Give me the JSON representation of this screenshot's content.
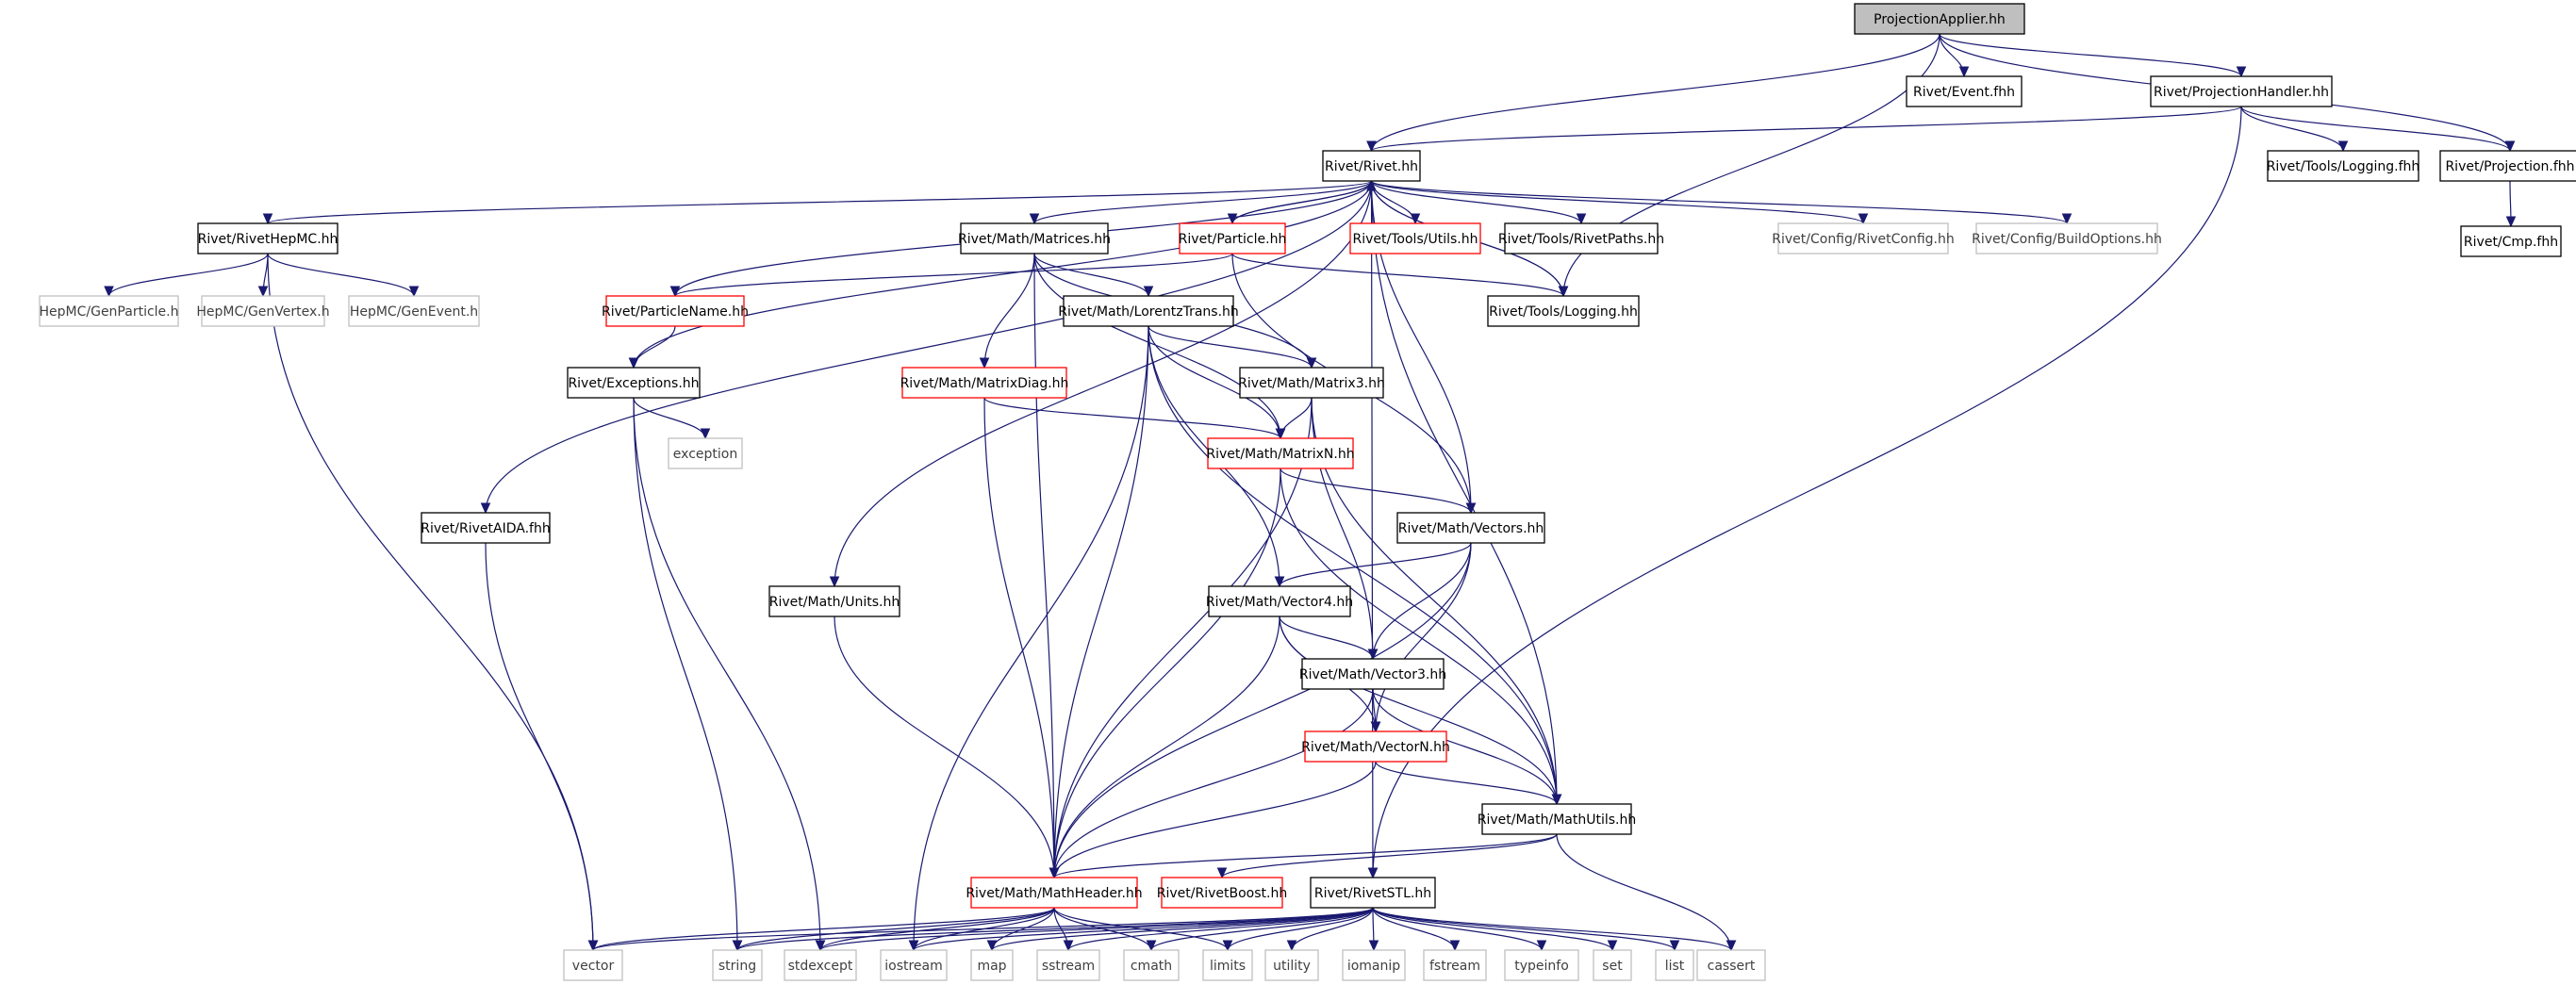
{
  "diagram": {
    "type": "include-dependency-graph",
    "colors": {
      "edge": "#191970",
      "root_fill": "#bfbfbf",
      "documented_border": "#000000",
      "incomplete_border": "#ff0000",
      "external_border": "#bfbfbf",
      "external_text": "#404040"
    },
    "nodes": [
      {
        "id": "root",
        "label": "ProjectionApplier.hh",
        "style": "root"
      },
      {
        "id": "eventfhh",
        "label": "Rivet/Event.fhh",
        "style": "normal"
      },
      {
        "id": "projhandler",
        "label": "Rivet/ProjectionHandler.hh",
        "style": "normal"
      },
      {
        "id": "rivethh",
        "label": "Rivet/Rivet.hh",
        "style": "normal"
      },
      {
        "id": "toolslogfhh",
        "label": "Rivet/Tools/Logging.fhh",
        "style": "normal"
      },
      {
        "id": "projfhh",
        "label": "Rivet/Projection.fhh",
        "style": "normal"
      },
      {
        "id": "cmpfhh",
        "label": "Rivet/Cmp.fhh",
        "style": "normal"
      },
      {
        "id": "rivethepmc",
        "label": "Rivet/RivetHepMC.hh",
        "style": "normal"
      },
      {
        "id": "matrices",
        "label": "Rivet/Math/Matrices.hh",
        "style": "normal"
      },
      {
        "id": "particle",
        "label": "Rivet/Particle.hh",
        "style": "red"
      },
      {
        "id": "toolsutils",
        "label": "Rivet/Tools/Utils.hh",
        "style": "red"
      },
      {
        "id": "rivetpaths",
        "label": "Rivet/Tools/RivetPaths.hh",
        "style": "normal"
      },
      {
        "id": "rivetconfig",
        "label": "Rivet/Config/RivetConfig.hh",
        "style": "gray"
      },
      {
        "id": "buildopts",
        "label": "Rivet/Config/BuildOptions.hh",
        "style": "gray"
      },
      {
        "id": "genparticle",
        "label": "HepMC/GenParticle.h",
        "style": "gray"
      },
      {
        "id": "genvertex",
        "label": "HepMC/GenVertex.h",
        "style": "gray"
      },
      {
        "id": "genevent",
        "label": "HepMC/GenEvent.h",
        "style": "gray"
      },
      {
        "id": "particlename",
        "label": "Rivet/ParticleName.hh",
        "style": "red"
      },
      {
        "id": "lorentz",
        "label": "Rivet/Math/LorentzTrans.hh",
        "style": "normal"
      },
      {
        "id": "toolslogging",
        "label": "Rivet/Tools/Logging.hh",
        "style": "normal"
      },
      {
        "id": "exceptions",
        "label": "Rivet/Exceptions.hh",
        "style": "normal"
      },
      {
        "id": "matrixdiag",
        "label": "Rivet/Math/MatrixDiag.hh",
        "style": "red"
      },
      {
        "id": "matrix3",
        "label": "Rivet/Math/Matrix3.hh",
        "style": "normal"
      },
      {
        "id": "exception",
        "label": "exception",
        "style": "gray"
      },
      {
        "id": "matrixn",
        "label": "Rivet/Math/MatrixN.hh",
        "style": "red"
      },
      {
        "id": "rivetaida",
        "label": "Rivet/RivetAIDA.fhh",
        "style": "normal"
      },
      {
        "id": "vectors",
        "label": "Rivet/Math/Vectors.hh",
        "style": "normal"
      },
      {
        "id": "units",
        "label": "Rivet/Math/Units.hh",
        "style": "normal"
      },
      {
        "id": "vector4",
        "label": "Rivet/Math/Vector4.hh",
        "style": "normal"
      },
      {
        "id": "vector3",
        "label": "Rivet/Math/Vector3.hh",
        "style": "normal"
      },
      {
        "id": "vectorn",
        "label": "Rivet/Math/VectorN.hh",
        "style": "red"
      },
      {
        "id": "mathutils",
        "label": "Rivet/Math/MathUtils.hh",
        "style": "normal"
      },
      {
        "id": "mathheader",
        "label": "Rivet/Math/MathHeader.hh",
        "style": "red"
      },
      {
        "id": "rivetboost",
        "label": "Rivet/RivetBoost.hh",
        "style": "red"
      },
      {
        "id": "rivetstl",
        "label": "Rivet/RivetSTL.hh",
        "style": "normal"
      },
      {
        "id": "vector",
        "label": "vector",
        "style": "gray"
      },
      {
        "id": "string",
        "label": "string",
        "style": "gray"
      },
      {
        "id": "stdexcept",
        "label": "stdexcept",
        "style": "gray"
      },
      {
        "id": "iostream",
        "label": "iostream",
        "style": "gray"
      },
      {
        "id": "map",
        "label": "map",
        "style": "gray"
      },
      {
        "id": "sstream",
        "label": "sstream",
        "style": "gray"
      },
      {
        "id": "cmath",
        "label": "cmath",
        "style": "gray"
      },
      {
        "id": "limits",
        "label": "limits",
        "style": "gray"
      },
      {
        "id": "utility",
        "label": "utility",
        "style": "gray"
      },
      {
        "id": "iomanip",
        "label": "iomanip",
        "style": "gray"
      },
      {
        "id": "fstream",
        "label": "fstream",
        "style": "gray"
      },
      {
        "id": "typeinfo",
        "label": "typeinfo",
        "style": "gray"
      },
      {
        "id": "set",
        "label": "set",
        "style": "gray"
      },
      {
        "id": "list",
        "label": "list",
        "style": "gray"
      },
      {
        "id": "cassert",
        "label": "cassert",
        "style": "gray"
      }
    ],
    "edges": [
      [
        "root",
        "eventfhh"
      ],
      [
        "root",
        "projhandler"
      ],
      [
        "root",
        "projfhh"
      ],
      [
        "root",
        "rivethh"
      ],
      [
        "root",
        "toolslogging"
      ],
      [
        "projhandler",
        "rivethh"
      ],
      [
        "projhandler",
        "toolslogfhh"
      ],
      [
        "projhandler",
        "projfhh"
      ],
      [
        "projhandler",
        "rivetstl"
      ],
      [
        "projfhh",
        "cmpfhh"
      ],
      [
        "rivethh",
        "rivethepmc"
      ],
      [
        "rivethh",
        "matrices"
      ],
      [
        "rivethh",
        "particle"
      ],
      [
        "rivethh",
        "toolsutils"
      ],
      [
        "rivethh",
        "rivetpaths"
      ],
      [
        "rivethh",
        "rivetconfig"
      ],
      [
        "rivethh",
        "buildopts"
      ],
      [
        "rivethh",
        "particlename"
      ],
      [
        "rivethh",
        "exceptions"
      ],
      [
        "rivethh",
        "rivetaida"
      ],
      [
        "rivethh",
        "units"
      ],
      [
        "rivethh",
        "vectors"
      ],
      [
        "rivethh",
        "toolslogging"
      ],
      [
        "rivethh",
        "mathutils"
      ],
      [
        "rivethh",
        "rivetstl"
      ],
      [
        "rivethepmc",
        "genparticle"
      ],
      [
        "rivethepmc",
        "genvertex"
      ],
      [
        "rivethepmc",
        "genevent"
      ],
      [
        "rivethepmc",
        "vector"
      ],
      [
        "particle",
        "rivethh"
      ],
      [
        "particle",
        "particlename"
      ],
      [
        "particle",
        "toolslogging"
      ],
      [
        "particle",
        "vectors"
      ],
      [
        "matrices",
        "lorentz"
      ],
      [
        "matrices",
        "matrixdiag"
      ],
      [
        "matrices",
        "matrix3"
      ],
      [
        "matrices",
        "matrixn"
      ],
      [
        "matrices",
        "mathheader"
      ],
      [
        "particlename",
        "exceptions"
      ],
      [
        "toolslogging",
        "rivethh"
      ],
      [
        "lorentz",
        "matrix3"
      ],
      [
        "lorentz",
        "matrixn"
      ],
      [
        "lorentz",
        "vector4"
      ],
      [
        "lorentz",
        "mathheader"
      ],
      [
        "lorentz",
        "mathutils"
      ],
      [
        "lorentz",
        "iostream"
      ],
      [
        "exceptions",
        "exception"
      ],
      [
        "exceptions",
        "string"
      ],
      [
        "exceptions",
        "stdexcept"
      ],
      [
        "matrixdiag",
        "matrixn"
      ],
      [
        "matrixdiag",
        "mathheader"
      ],
      [
        "matrix3",
        "matrixn"
      ],
      [
        "matrix3",
        "vector3"
      ],
      [
        "matrix3",
        "mathheader"
      ],
      [
        "matrix3",
        "mathutils"
      ],
      [
        "matrixn",
        "vectors"
      ],
      [
        "matrixn",
        "mathheader"
      ],
      [
        "matrixn",
        "mathutils"
      ],
      [
        "rivetaida",
        "vector"
      ],
      [
        "vectors",
        "vector4"
      ],
      [
        "vectors",
        "vector3"
      ],
      [
        "vectors",
        "vectorn"
      ],
      [
        "vectors",
        "mathheader"
      ],
      [
        "units",
        "mathheader"
      ],
      [
        "vector4",
        "vector3"
      ],
      [
        "vector4",
        "vectorn"
      ],
      [
        "vector4",
        "mathutils"
      ],
      [
        "vector4",
        "mathheader"
      ],
      [
        "vector3",
        "vectorn"
      ],
      [
        "vector3",
        "mathutils"
      ],
      [
        "vector3",
        "mathheader"
      ],
      [
        "vectorn",
        "mathutils"
      ],
      [
        "vectorn",
        "mathheader"
      ],
      [
        "mathutils",
        "mathheader"
      ],
      [
        "mathutils",
        "rivetboost"
      ],
      [
        "mathutils",
        "cassert"
      ],
      [
        "mathheader",
        "vector"
      ],
      [
        "mathheader",
        "string"
      ],
      [
        "mathheader",
        "stdexcept"
      ],
      [
        "mathheader",
        "iostream"
      ],
      [
        "mathheader",
        "map"
      ],
      [
        "mathheader",
        "sstream"
      ],
      [
        "mathheader",
        "cmath"
      ],
      [
        "mathheader",
        "limits"
      ],
      [
        "rivetstl",
        "vector"
      ],
      [
        "rivetstl",
        "string"
      ],
      [
        "rivetstl",
        "stdexcept"
      ],
      [
        "rivetstl",
        "iostream"
      ],
      [
        "rivetstl",
        "map"
      ],
      [
        "rivetstl",
        "sstream"
      ],
      [
        "rivetstl",
        "cmath"
      ],
      [
        "rivetstl",
        "limits"
      ],
      [
        "rivetstl",
        "utility"
      ],
      [
        "rivetstl",
        "iomanip"
      ],
      [
        "rivetstl",
        "fstream"
      ],
      [
        "rivetstl",
        "typeinfo"
      ],
      [
        "rivetstl",
        "set"
      ],
      [
        "rivetstl",
        "list"
      ],
      [
        "rivetstl",
        "cassert"
      ]
    ]
  }
}
